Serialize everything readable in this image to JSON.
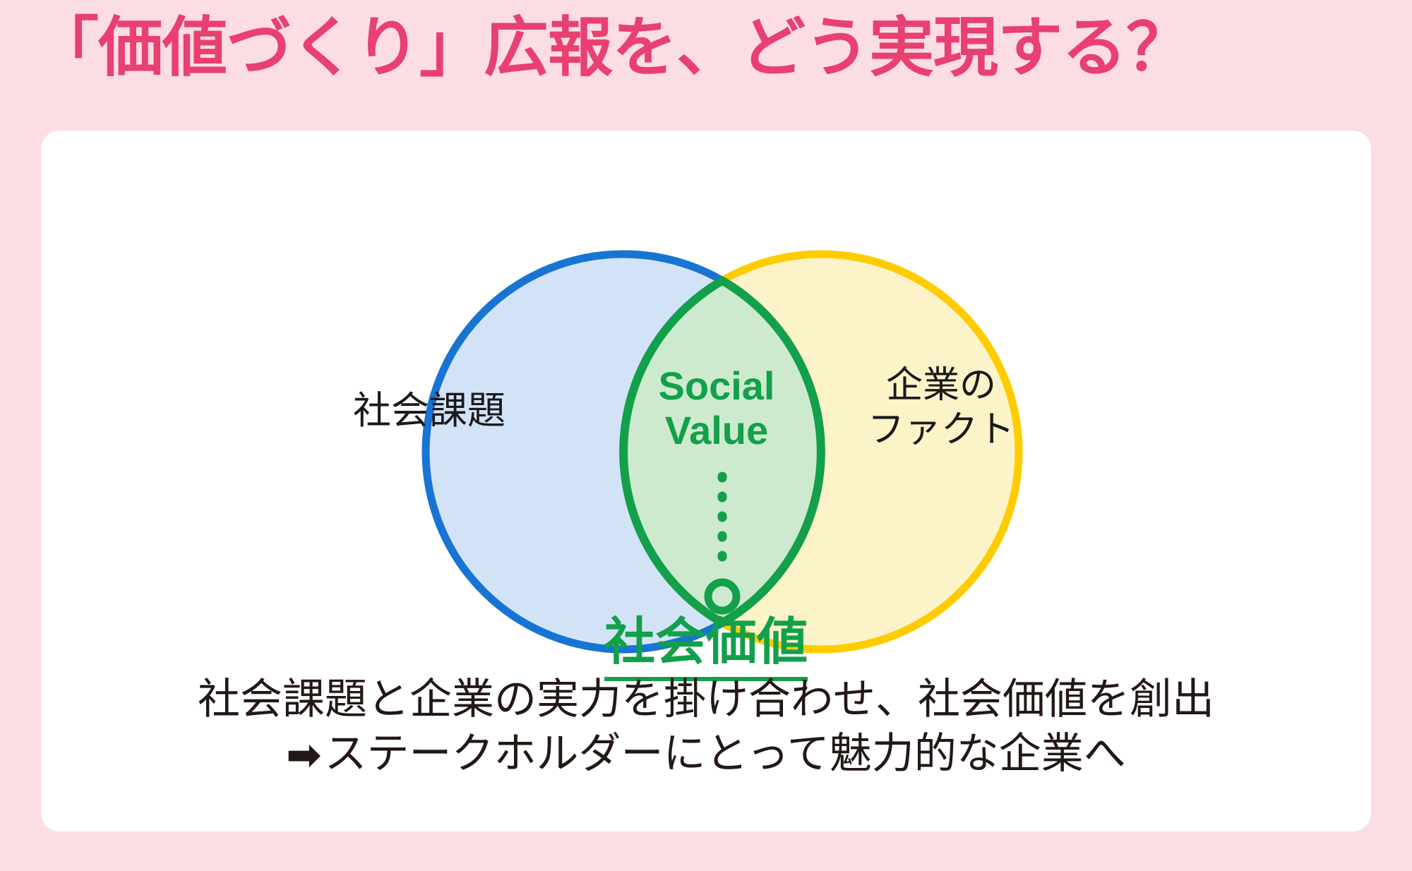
{
  "page": {
    "background_color": "#fcdde4",
    "card_background": "#ffffff"
  },
  "header": {
    "title": "「価値づくり」広報を、どう実現する？",
    "title_color": "#e84070"
  },
  "diagram": {
    "type": "venn",
    "circles": [
      {
        "id": "social-issue",
        "label": "社会課題",
        "stroke_color": "#1874d2",
        "fill_color": "#d3e3f7",
        "text_color": "#1a1a1a"
      },
      {
        "id": "company-fact",
        "label": "企業の\nファクト",
        "label_line1": "企業の",
        "label_line2": "ファクト",
        "stroke_color": "#ffcc00",
        "fill_color": "#fdf3c9",
        "text_color": "#1a1a1a"
      }
    ],
    "intersection": {
      "id": "social-value",
      "label_line1": "Social",
      "label_line2": "Value",
      "stroke_color": "#12a04a",
      "fill_color": "#cdeacf",
      "text_color": "#12a04a"
    },
    "callout": {
      "label": "社会価値",
      "color": "#12a04a",
      "connector": "dotted-line-with-circle-marker",
      "marker_icon": "circle-marker-icon"
    }
  },
  "caption": {
    "line1": "社会課題と企業の実力を掛け合わせ、社会価値を創出",
    "arrow_icon": "➡",
    "line2": "ステークホルダーにとって魅力的な企業へ",
    "color": "#231815"
  }
}
